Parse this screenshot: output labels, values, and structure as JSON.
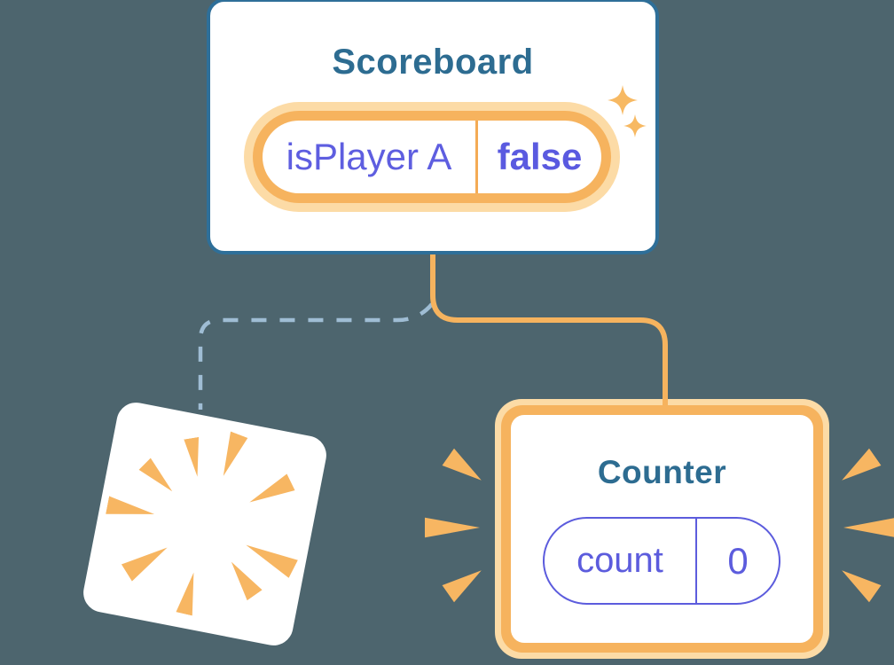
{
  "diagram": {
    "description": "React component-tree state diagram: Scoreboard parent with isPlayer A state, Counter child preserved with count state, and a removed child exploding",
    "background_color": "#4d656e",
    "scoreboard": {
      "title": "Scoreboard",
      "state": {
        "key": "isPlayer A",
        "value": "false"
      }
    },
    "counter": {
      "title": "Counter",
      "state": {
        "key": "count",
        "value": "0"
      }
    },
    "icons": {
      "sparkle_large": "sparkle-icon",
      "sparkle_small": "sparkle-icon",
      "explosion": "burst-wedges",
      "emphasis_left": "burst-wedges",
      "emphasis_right": "burst-wedges"
    },
    "colors": {
      "accent_orange": "#f6b35e",
      "accent_orange_glow": "#fcdba6",
      "node_border_blue": "#2e6f99",
      "title_teal": "#2d6c91",
      "state_purple": "#5c5cdd",
      "dashed_edge_blue": "#9fbdd4",
      "card_white": "#ffffff"
    }
  }
}
